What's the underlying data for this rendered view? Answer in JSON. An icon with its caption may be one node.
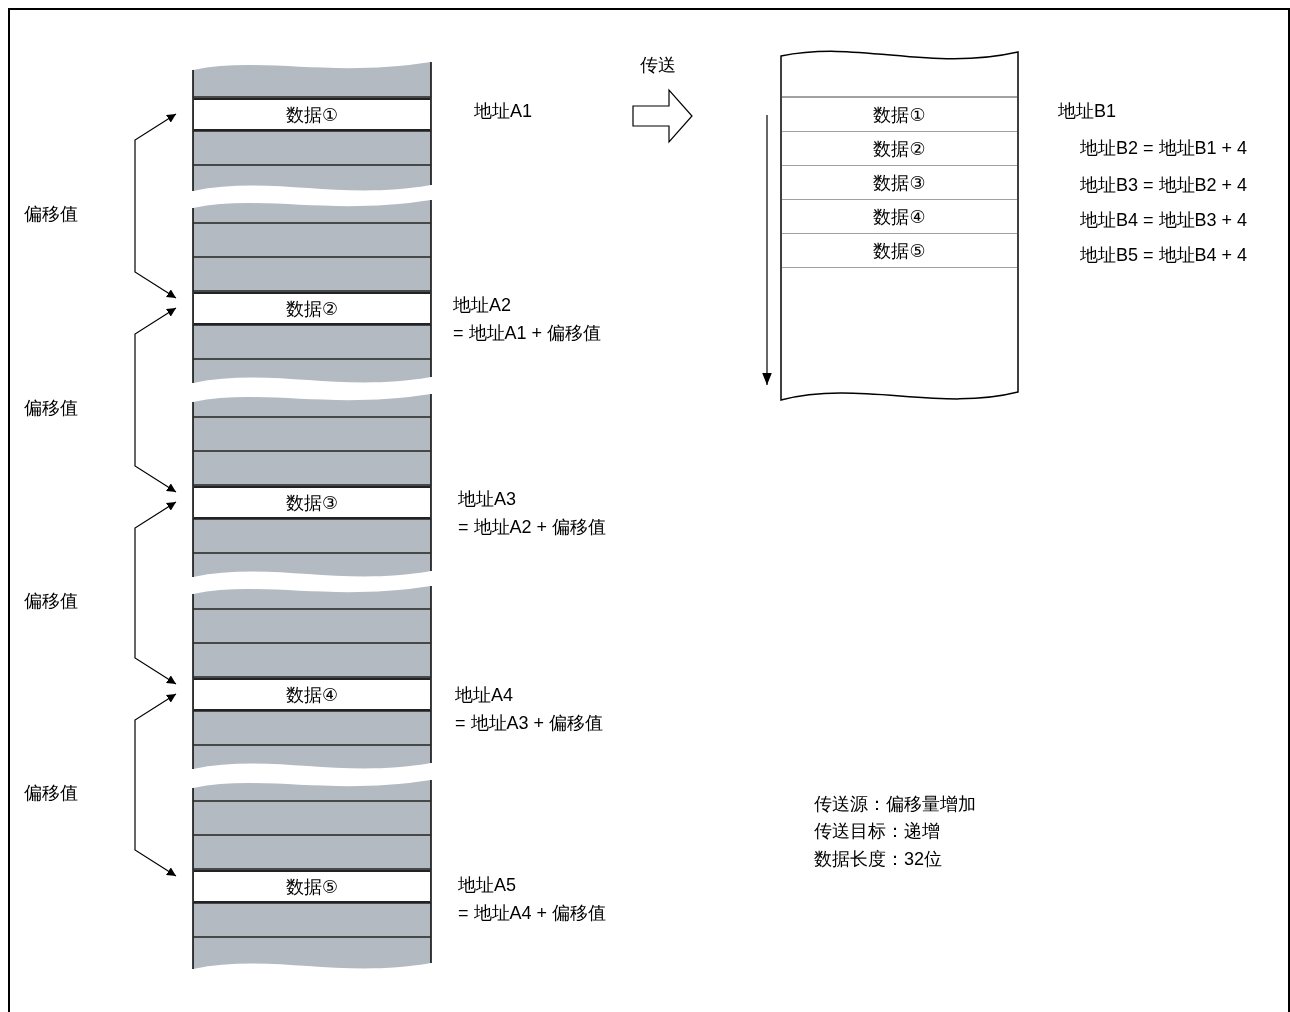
{
  "diagram": {
    "nodes": [
      {
        "text": [
          "数据①"
        ]
      },
      {
        "text": [
          "数据②"
        ]
      },
      {
        "text": [
          "数据③"
        ]
      },
      {
        "text": [
          "数据④"
        ]
      },
      {
        "text": [
          "数据⑤"
        ]
      },
      {
        "text": [
          "数据①"
        ]
      },
      {
        "text": [
          "数据②"
        ]
      },
      {
        "text": [
          "数据③"
        ]
      },
      {
        "text": [
          "数据④"
        ]
      },
      {
        "text": [
          "数据⑤"
        ]
      }
    ],
    "edges": [
      {
        "from": 0,
        "to": 1,
        "arrow": "both",
        "label": "偏移值"
      },
      {
        "from": 1,
        "to": 2,
        "arrow": "both",
        "label": "偏移值"
      },
      {
        "from": 2,
        "to": 3,
        "arrow": "both",
        "label": "偏移值"
      },
      {
        "from": 3,
        "to": 4,
        "arrow": "both",
        "label": "偏移值"
      }
    ],
    "labels": [
      "传送",
      "地址A1",
      "地址B1",
      "地址B2 = 地址B1 + 4",
      "地址B3 = 地址B2 + 4",
      "地址B4 = 地址B3 + 4",
      "地址B5 = 地址B4 + 4",
      "地址A2",
      "= 地址A1 + 偏移值",
      "地址A3",
      "= 地址A2 + 偏移值",
      "地址A4",
      "= 地址A3 + 偏移值",
      "传送源：偏移量增加",
      "传送目标：递增",
      "数据长度：32位",
      "地址A5",
      "= 地址A4 + 偏移值"
    ]
  }
}
